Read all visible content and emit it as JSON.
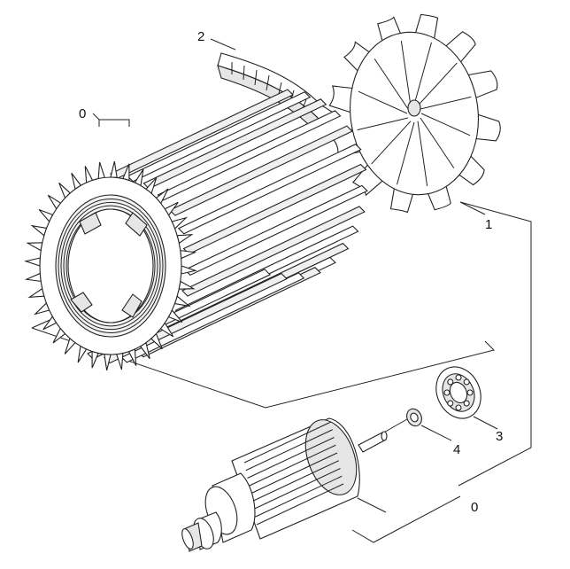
{
  "callouts": {
    "stator_group": "0",
    "fan": "1",
    "fan_cover": "2",
    "ball_bearing": "3",
    "washer": "4",
    "rotor_group": "0"
  },
  "colors": {
    "line": "#222222",
    "fill": "#ffffff",
    "shade": "#e6e6e6",
    "background": "#ffffff"
  }
}
